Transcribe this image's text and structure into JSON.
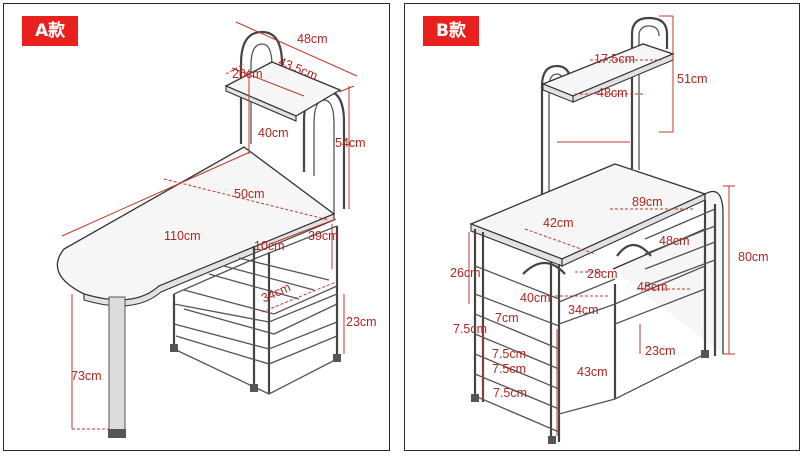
{
  "panels": {
    "a": {
      "badge": "A款",
      "dimensions": {
        "top_width": "48cm",
        "shelf_depth_inner": "43.5cm",
        "top_shelf_depth": "20cm",
        "shelf_gap": "40cm",
        "upper_height": "54cm",
        "table_width": "50cm",
        "table_length": "110cm",
        "side_height": "39cm",
        "side_depth": "10cm",
        "rack_depth": "34cm",
        "rack_height": "23cm",
        "table_height": "73cm"
      }
    },
    "b": {
      "badge": "B款",
      "dimensions": {
        "top_shelf_depth": "17.5cm",
        "top_shelf_width": "48cm",
        "upper_height": "51cm",
        "counter_depth": "42cm",
        "counter_width": "89cm",
        "right_depth": "48cm",
        "total_height": "80cm",
        "left_height": "26cm",
        "drawer_width": "28cm",
        "right_shelf_width": "48cm",
        "inner_shelf_width": "40cm",
        "inner_shelf_depth": "34cm",
        "slot_height_1": "7cm",
        "slot_height_2": "7.5cm",
        "slot_height_3": "7.5cm",
        "slot_height_4": "7.5cm",
        "slot_height_5": "7.5cm",
        "lower_height_left": "43cm",
        "lower_height_right": "23cm"
      }
    }
  }
}
